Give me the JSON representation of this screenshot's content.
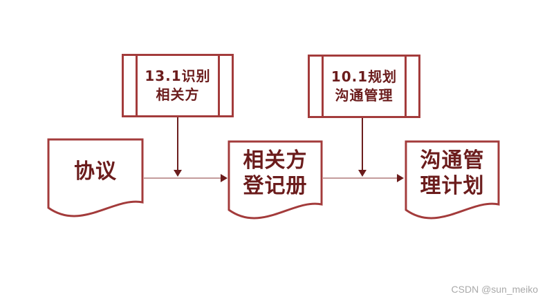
{
  "colors": {
    "shape_border": "#A33B3B",
    "shape_text": "#6B1C1C",
    "flow_line": "#C39B9B",
    "arrowhead": "#6B1C1C",
    "watermark": "#A9A9A9"
  },
  "process_boxes": [
    {
      "lines": [
        "13.1识别",
        "相关方"
      ]
    },
    {
      "lines": [
        "10.1规划",
        "沟通管理"
      ]
    }
  ],
  "documents": [
    {
      "lines": [
        "协议"
      ]
    },
    {
      "lines": [
        "相关方",
        "登记册"
      ]
    },
    {
      "lines": [
        "沟通管",
        "理计划"
      ]
    }
  ],
  "connections": [
    {
      "from": "协议",
      "to": "相关方登记册",
      "type": "horizontal-arrow"
    },
    {
      "from": "13.1识别相关方",
      "to": "协议→相关方登记册",
      "type": "vertical-arrow"
    },
    {
      "from": "相关方登记册",
      "to": "沟通管理计划",
      "type": "horizontal-arrow"
    },
    {
      "from": "10.1规划沟通管理",
      "to": "相关方登记册→沟通管理计划",
      "type": "vertical-arrow"
    }
  ],
  "watermark": {
    "text": "CSDN @sun_meiko"
  }
}
